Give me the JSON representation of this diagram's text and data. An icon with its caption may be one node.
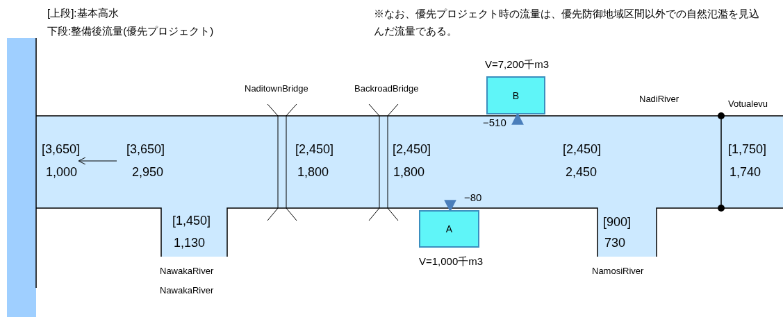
{
  "diagram": {
    "nodes": [
      {
        "text": [
          "A"
        ],
        "beside": [
          "V=1,000千m3"
        ]
      },
      {
        "text": [
          "B"
        ],
        "beside": [
          "V=7,200千m3"
        ]
      }
    ],
    "edges": [
      {
        "from": null,
        "to": 0,
        "arrow": "to",
        "label": "−80"
      },
      {
        "from": null,
        "to": 1,
        "arrow": "to",
        "label": "−510"
      }
    ],
    "labels": [
      "[上段]:基本高水",
      "下段:整備後流量(優先プロジェクト)",
      "※なお、優先プロジェクト時の流量は、優先防御地域区間以外での自然氾濫を見込んだ流量である。",
      "NaditownBridge",
      "BackroadBridge",
      "NadiRiver",
      "Votualevu",
      "[3,650]",
      "1,000",
      "[3,650]",
      "2,950",
      "[2,450]",
      "1,800",
      "[2,450]",
      "1,800",
      "[2,450]",
      "2,450",
      "[1,750]",
      "1,740",
      "[1,450]",
      "1,130",
      "[900]",
      "730",
      "NawakaRiver",
      "NawakaRiver",
      "NamosiRiver"
    ]
  }
}
